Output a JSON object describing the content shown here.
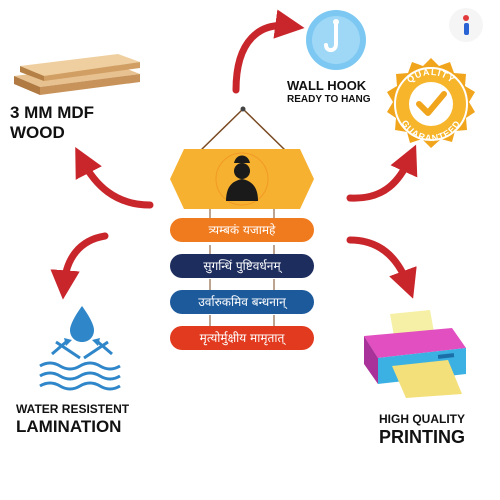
{
  "brand_color": "#e23a3a",
  "features": {
    "wood": {
      "line1": "3 MM MDF",
      "line2": "WOOD"
    },
    "hook": {
      "line1": "WALL HOOK",
      "line2": "READY TO HANG"
    },
    "badge": {
      "top_text": "QUALITY",
      "bottom_text": "GUARANTEED"
    },
    "water": {
      "line1": "WATER RESISTENT",
      "line2": "LAMINATION"
    },
    "print": {
      "line1": "HIGH QUALITY",
      "line2": "PRINTING"
    }
  },
  "sign": {
    "boards": [
      {
        "text": "त्र्यम्बकं यजामहे",
        "color": "#f07a1e"
      },
      {
        "text": "सुगन्धिं पुष्टिवर्धनम्",
        "color": "#1c2d5e"
      },
      {
        "text": "उर्वारुकमिव बन्धनान्",
        "color": "#1d5a9c"
      },
      {
        "text": "मृत्योर्मुक्षीय मामृतात्",
        "color": "#e13a1e"
      }
    ],
    "head_color": "#f6b130"
  },
  "icons": {
    "wood": "mdf-wood-planks-icon",
    "hook": "wall-hook-icon",
    "badge": "quality-guaranteed-badge-icon",
    "water": "water-resistant-icon",
    "printer": "printer-icon",
    "logo": "brand-logo-icon"
  }
}
